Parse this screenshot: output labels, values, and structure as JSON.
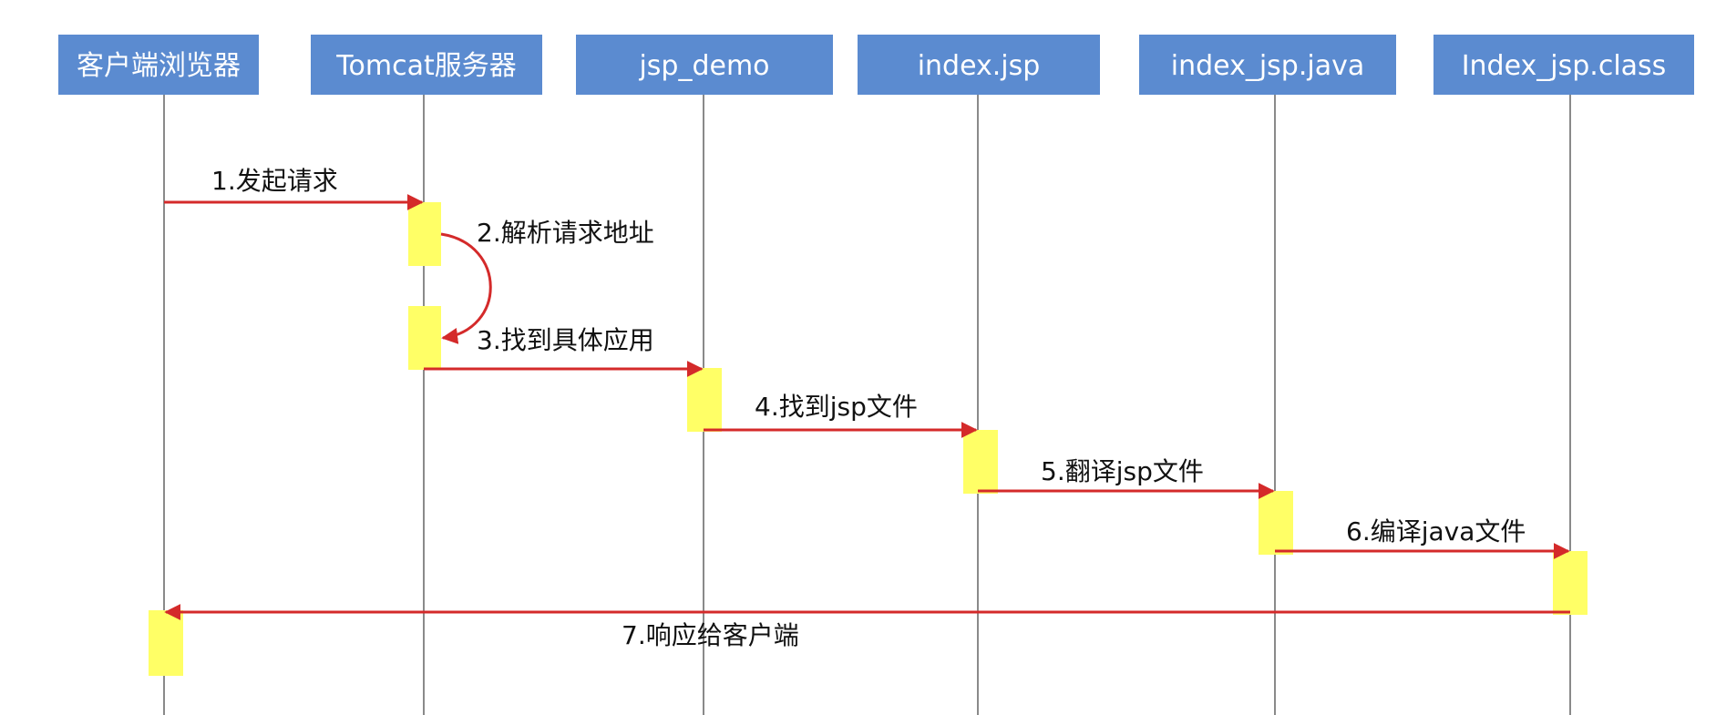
{
  "participants": [
    {
      "id": "browser",
      "label": "客户端浏览器"
    },
    {
      "id": "tomcat",
      "label": "Tomcat服务器"
    },
    {
      "id": "jsp_demo",
      "label": "jsp_demo"
    },
    {
      "id": "index_jsp",
      "label": "index.jsp"
    },
    {
      "id": "index_jsp_java",
      "label": "index_jsp.java"
    },
    {
      "id": "index_jsp_class",
      "label": "Index_jsp.class"
    }
  ],
  "messages": [
    {
      "step": 1,
      "label": "1.发起请求",
      "from": "browser",
      "to": "tomcat"
    },
    {
      "step": 2,
      "label": "2.解析请求地址",
      "from": "tomcat",
      "to": "tomcat"
    },
    {
      "step": 3,
      "label": "3.找到具体应用",
      "from": "tomcat",
      "to": "jsp_demo"
    },
    {
      "step": 4,
      "label": "4.找到jsp文件",
      "from": "jsp_demo",
      "to": "index_jsp"
    },
    {
      "step": 5,
      "label": "5.翻译jsp文件",
      "from": "index_jsp",
      "to": "index_jsp_java"
    },
    {
      "step": 6,
      "label": "6.编译java文件",
      "from": "index_jsp_java",
      "to": "index_jsp_class"
    },
    {
      "step": 7,
      "label": "7.响应给客户端",
      "from": "index_jsp_class",
      "to": "browser"
    }
  ],
  "colors": {
    "participant_fill": "#5b8bd0",
    "activation_fill": "#ffff66",
    "arrow": "#d42a2a",
    "lifeline": "#8a8a8a"
  }
}
